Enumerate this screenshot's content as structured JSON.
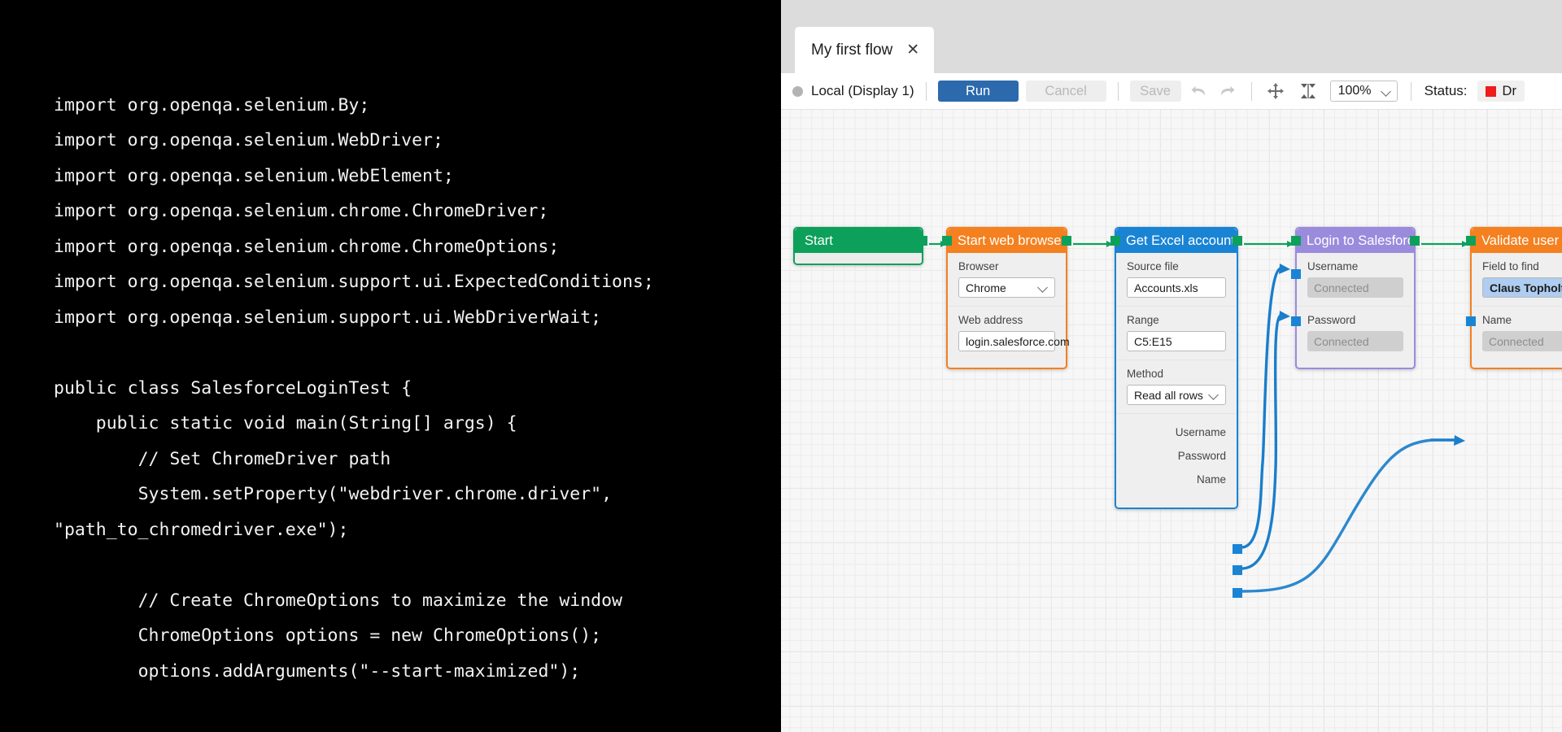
{
  "code_pane": {
    "language": "java",
    "text": "import org.openqa.selenium.By;\nimport org.openqa.selenium.WebDriver;\nimport org.openqa.selenium.WebElement;\nimport org.openqa.selenium.chrome.ChromeDriver;\nimport org.openqa.selenium.chrome.ChromeOptions;\nimport org.openqa.selenium.support.ui.ExpectedConditions;\nimport org.openqa.selenium.support.ui.WebDriverWait;\n\npublic class SalesforceLoginTest {\n    public static void main(String[] args) {\n        // Set ChromeDriver path\n        System.setProperty(\"webdriver.chrome.driver\", \"path_to_chromedriver.exe\");\n\n        // Create ChromeOptions to maximize the window\n        ChromeOptions options = new ChromeOptions();\n        options.addArguments(\"--start-maximized\");"
  },
  "app": {
    "tab": {
      "label": "My first flow",
      "close_glyph": "✕"
    },
    "toolbar": {
      "target_label": "Local (Display 1)",
      "target_dot_color": "#b3b3b3",
      "run_label": "Run",
      "cancel_label": "Cancel",
      "save_label": "Save",
      "undo_glyph": "undo-arrow",
      "redo_glyph": "redo-arrow",
      "pan_glyph": "move-cross",
      "fit_glyph": "fit-to-screen",
      "zoom_value": "100%",
      "zoom_chevron": "chevron-down",
      "status_label": "Status:",
      "status_value": "Dr",
      "status_color": "#f01c1c",
      "run_color": "#2c6aad"
    },
    "canvas": {
      "nodes": [
        {
          "id": "start",
          "title": "Start",
          "color": "#0da05b",
          "fields": [],
          "outputs": []
        },
        {
          "id": "browser",
          "title": "Start web browser",
          "color": "#f4801f",
          "fields": [
            {
              "label": "Browser",
              "value": "Chrome",
              "kind": "select"
            },
            {
              "label": "Web address",
              "value": "login.salesforce.com",
              "kind": "text"
            }
          ],
          "outputs": []
        },
        {
          "id": "excel",
          "title": "Get Excel accounts",
          "color": "#1a84d4",
          "fields": [
            {
              "label": "Source file",
              "value": "Accounts.xls",
              "kind": "text"
            },
            {
              "label": "Range",
              "value": "C5:E15",
              "kind": "text"
            },
            {
              "label": "Method",
              "value": "Read all rows",
              "kind": "select"
            }
          ],
          "outputs": [
            "Username",
            "Password",
            "Name"
          ]
        },
        {
          "id": "login",
          "title": "Login to Salesforce",
          "color": "#9b8bdd",
          "fields": [
            {
              "label": "Username",
              "value": "Connected",
              "kind": "readonly"
            },
            {
              "label": "Password",
              "value": "Connected",
              "kind": "readonly"
            }
          ],
          "outputs": []
        },
        {
          "id": "validate",
          "title": "Validate user",
          "color": "#f4801f",
          "fields": [
            {
              "label": "Field to find",
              "value": "Claus Topholt",
              "kind": "selected"
            },
            {
              "label": "Name",
              "value": "Connected",
              "kind": "readonly"
            }
          ],
          "outputs": []
        }
      ]
    }
  }
}
